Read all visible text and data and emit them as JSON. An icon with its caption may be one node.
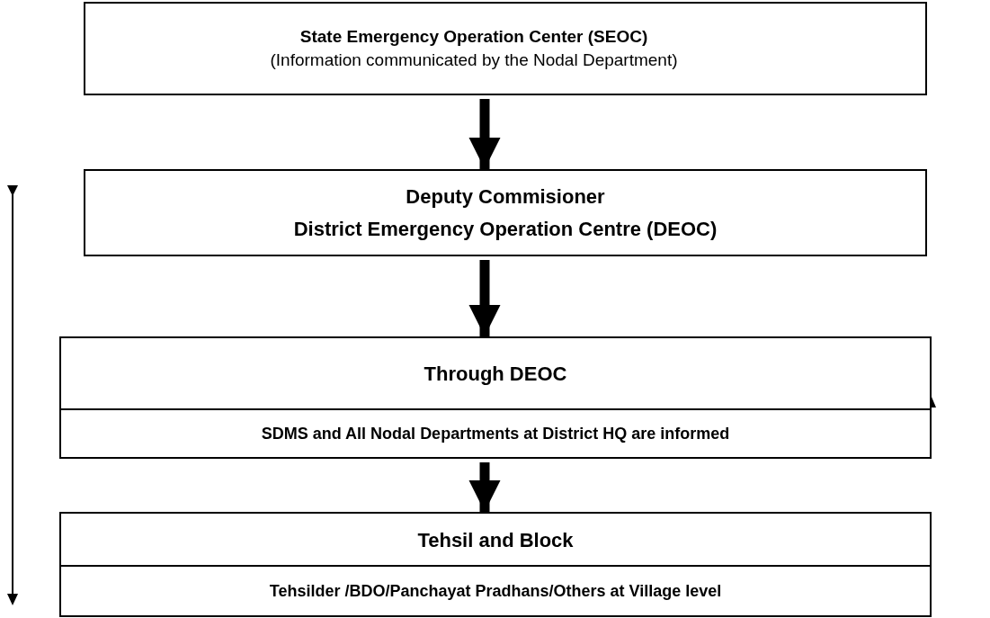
{
  "diagram": {
    "nodes": [
      {
        "text": [
          "State Emergency Operation Center (SEOC)",
          "(Information communicated by the Nodal Department)"
        ]
      },
      {
        "text": [
          "Deputy Commisioner",
          "District Emergency Operation Centre (DEOC)"
        ]
      },
      {
        "text": [
          "Through DEOC"
        ]
      },
      {
        "text": [
          "SDMS and All Nodal Departments at District HQ are informed"
        ],
        "in": 2
      },
      {
        "text": [
          "Tehsil and Block"
        ]
      },
      {
        "text": [
          "Tehsilder /BDO/Panchayat Pradhans/Others at Village level"
        ],
        "in": 4
      }
    ],
    "edges": [
      {
        "from": 0,
        "to": 1,
        "arrow": "to"
      },
      {
        "from": 1,
        "to": 2,
        "arrow": "to"
      },
      {
        "from": 3,
        "to": 4,
        "arrow": "to"
      }
    ]
  }
}
